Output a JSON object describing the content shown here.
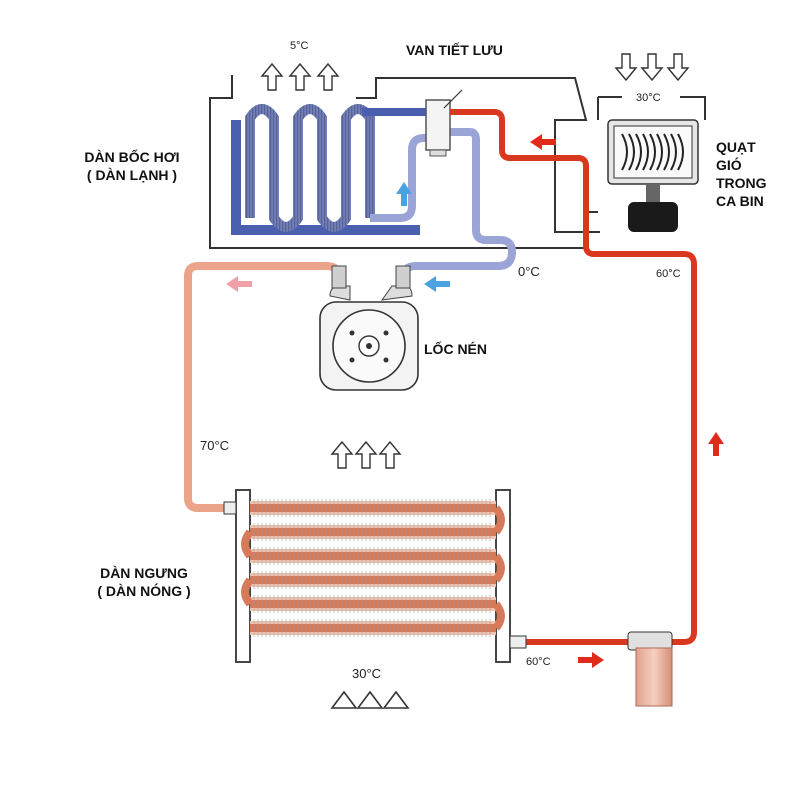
{
  "labels": {
    "evaporator": [
      "DÀN BỐC HƠI",
      "( DÀN LẠNH )"
    ],
    "expansion_valve": "VAN TIẾT LƯU",
    "fan": [
      "QUẠT",
      "GIÓ",
      "TRONG",
      "CA BIN"
    ],
    "compressor": "LỐC NÉN",
    "condenser": [
      "DÀN NGƯNG",
      "( DÀN NÓNG )"
    ]
  },
  "temperatures": {
    "evap_outlet_air": "5°C",
    "cabin_air": "30°C",
    "suction": "0°C",
    "high_side_top": "60°C",
    "discharge": "70°C",
    "condenser_outlet": "60°C",
    "ambient_air": "30°C"
  },
  "colors": {
    "hot_line": "#d9381e",
    "warm_line": "#eba48a",
    "cold_line": "#4a5fb0",
    "cool_line": "#9aa4d6",
    "cold_arrow": "#4aa3e0",
    "hot_arrow": "#e02a1a",
    "warm_arrow": "#f0a0a8"
  },
  "icons": [
    "air-up-arrow-icon",
    "air-down-arrow-icon",
    "air-chevron-up-icon",
    "flow-arrow-icon",
    "fan-icon"
  ]
}
